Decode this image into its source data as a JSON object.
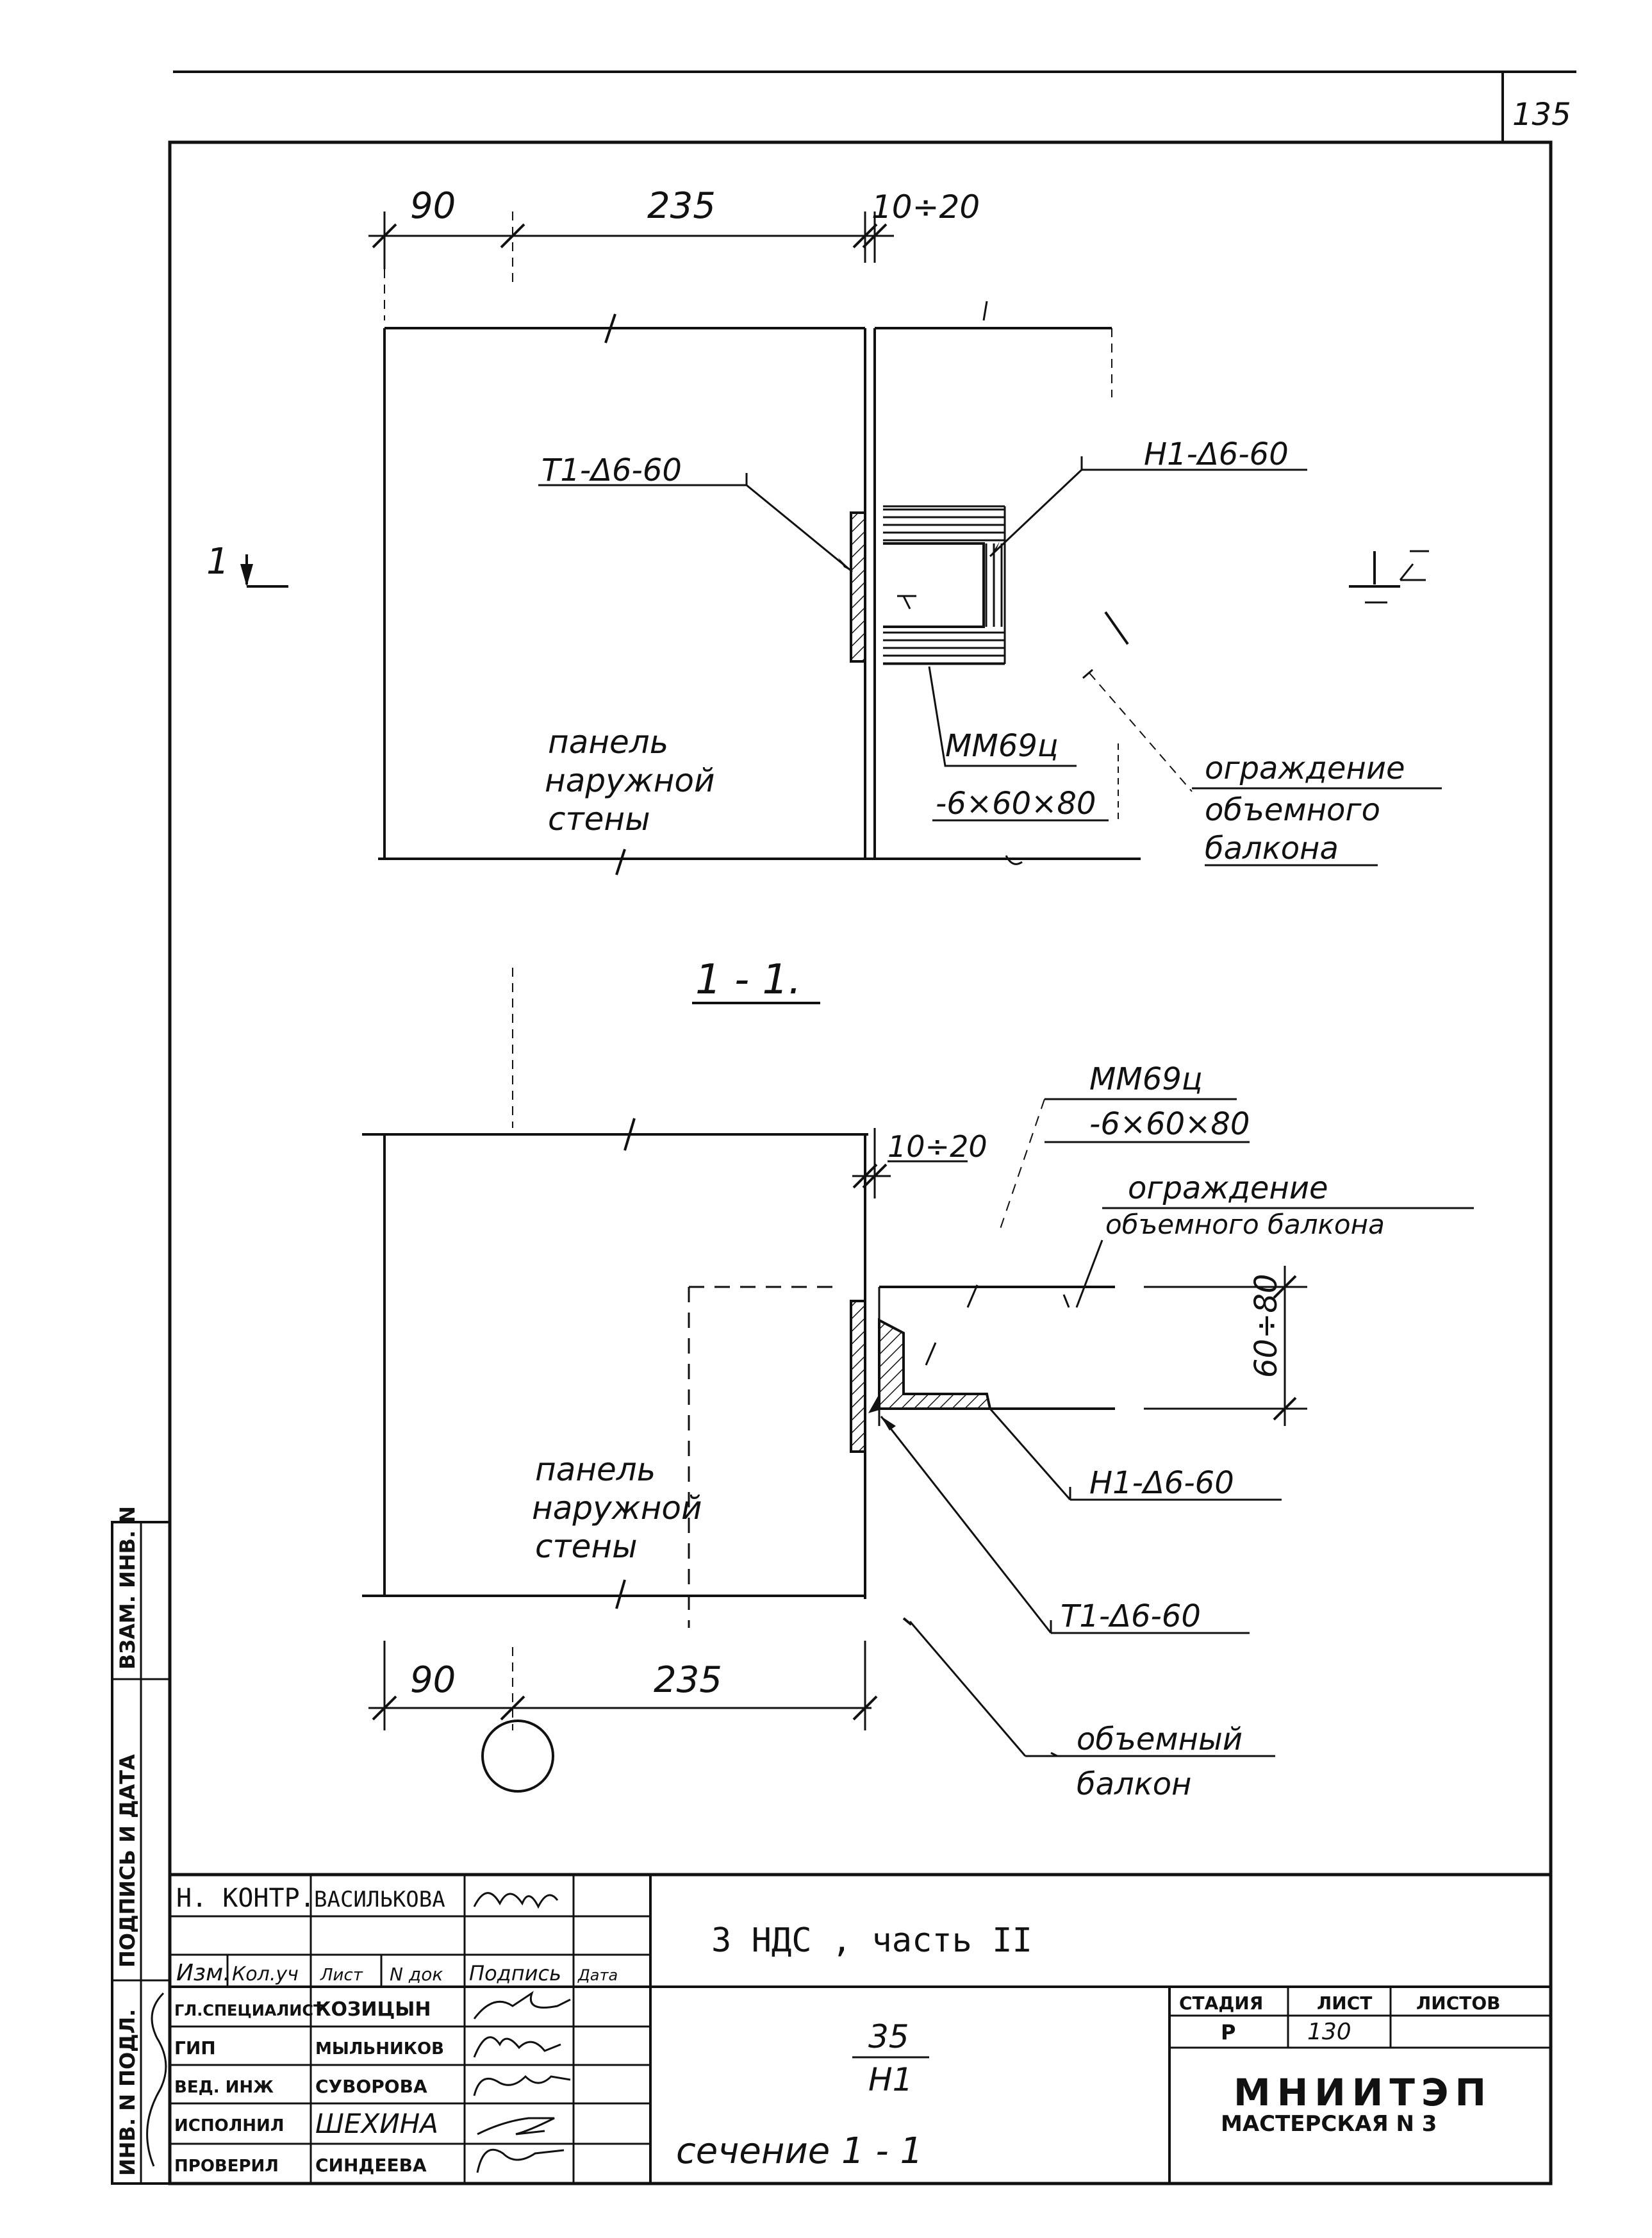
{
  "sheet_number": "135",
  "plan": {
    "dims": [
      "90",
      "235",
      "10÷20"
    ],
    "callout_weld_left": "Т1-Δ6-60",
    "callout_weld_right": "Н1-Δ6-60",
    "section_mark": "1",
    "panel_label": [
      "панель",
      "наружной",
      "стены"
    ],
    "plate_label": [
      "ММ69ц",
      "-6×60×80"
    ],
    "railing_label": [
      "ограждение",
      "объемного",
      "балкона"
    ]
  },
  "section": {
    "title": "1 - 1.",
    "plate_label": [
      "ММ69ц",
      "-6×60×80"
    ],
    "gap_dim": "10÷20",
    "railing_label": [
      "ограждение",
      "объемного балкона"
    ],
    "height_dim": "60÷80",
    "panel_label": [
      "панель",
      "наружной",
      "стены"
    ],
    "weld_h": "Н1-Δ6-60",
    "weld_t": "Т1-Δ6-60",
    "dims": [
      "90",
      "235"
    ],
    "balcony_label": [
      "объемный",
      "балкон"
    ]
  },
  "side_stamp": [
    "ИНВ. N ПОДЛ.",
    "ПОДПИСЬ И ДАТА",
    "ВЗАМ. ИНВ. N"
  ],
  "title_block": {
    "rows": [
      [
        "Н. КОНТР.",
        "ВАСИЛЬКОВА"
      ],
      [
        "Изм.",
        "Кол.уч",
        "Лист",
        "N док",
        "Подпись",
        "Дата"
      ],
      [
        "ГЛ.СПЕЦИАЛИСТ",
        "КОЗИЦЫН"
      ],
      [
        "ГИП",
        "МЫЛЬНИКОВ"
      ],
      [
        "ВЕД. ИНЖ",
        "СУВОРОВА"
      ],
      [
        "ИСПОЛНИЛ",
        "ШЕХИНА"
      ],
      [
        "ПРОВЕРИЛ",
        "СИНДЕЕВА"
      ]
    ],
    "project": "3 НДС , часть II",
    "node_top": "35",
    "node_bottom": "Н1",
    "sheet_title": "сечение 1 - 1",
    "stage_header": [
      "СТАДИЯ",
      "ЛИСТ",
      "ЛИСТОВ"
    ],
    "stage_values": [
      "Р",
      "130",
      ""
    ],
    "org": "МНИИТЭП",
    "org_sub": "МАСТЕРСКАЯ N 3"
  }
}
